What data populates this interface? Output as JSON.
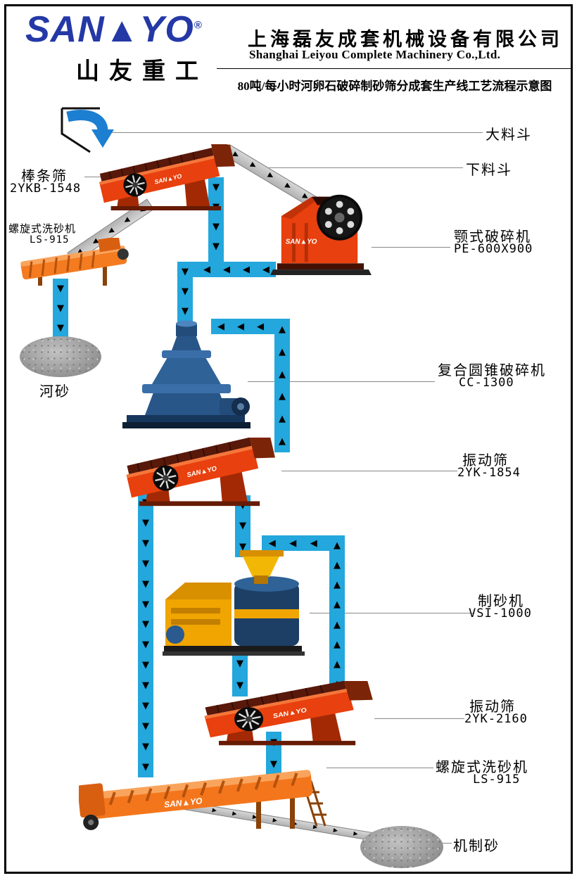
{
  "brand": {
    "logo_left": "SAN",
    "logo_tri": "▲",
    "logo_right": "YO",
    "reg_mark": "®",
    "logo_cn": "山友重工",
    "machine_brand": "SAN▲YO"
  },
  "header": {
    "company_cn": "上海磊友成套机械设备有限公司",
    "company_en": "Shanghai Leiyou  Complete Machinery Co.,Ltd.",
    "subtitle": "80吨/每小时河卵石破碎制砂筛分成套生产线工艺流程示意图"
  },
  "labels": {
    "big_hopper": "大料斗",
    "down_hopper": "下料斗",
    "bar_screen": {
      "name": "棒条筛",
      "model": "2YKB-1548"
    },
    "spiral_washer_small": {
      "name": "螺旋式洗砂机",
      "model": "LS-915"
    },
    "river_sand": "河砂",
    "jaw_crusher": {
      "name": "颚式破碎机",
      "model": "PE-600X900"
    },
    "cone_crusher": {
      "name": "复合圆锥破碎机",
      "model": "CC-1300"
    },
    "vib_screen_1": {
      "name": "振动筛",
      "model": "2YK-1854"
    },
    "sand_maker": {
      "name": "制砂机",
      "model": "VSI-1000"
    },
    "vib_screen_2": {
      "name": "振动筛",
      "model": "2YK-2160"
    },
    "spiral_washer_big": {
      "name": "螺旋式洗砂机",
      "model": "LS-915"
    },
    "machine_sand": "机制砂"
  },
  "colors": {
    "flow_blue": "#23a7dc",
    "machine_red": "#e8400e",
    "machine_orange": "#f4761c",
    "machine_blue": "#2f6296",
    "machine_yellow": "#f0a500",
    "logo_blue": "#2438a6"
  }
}
